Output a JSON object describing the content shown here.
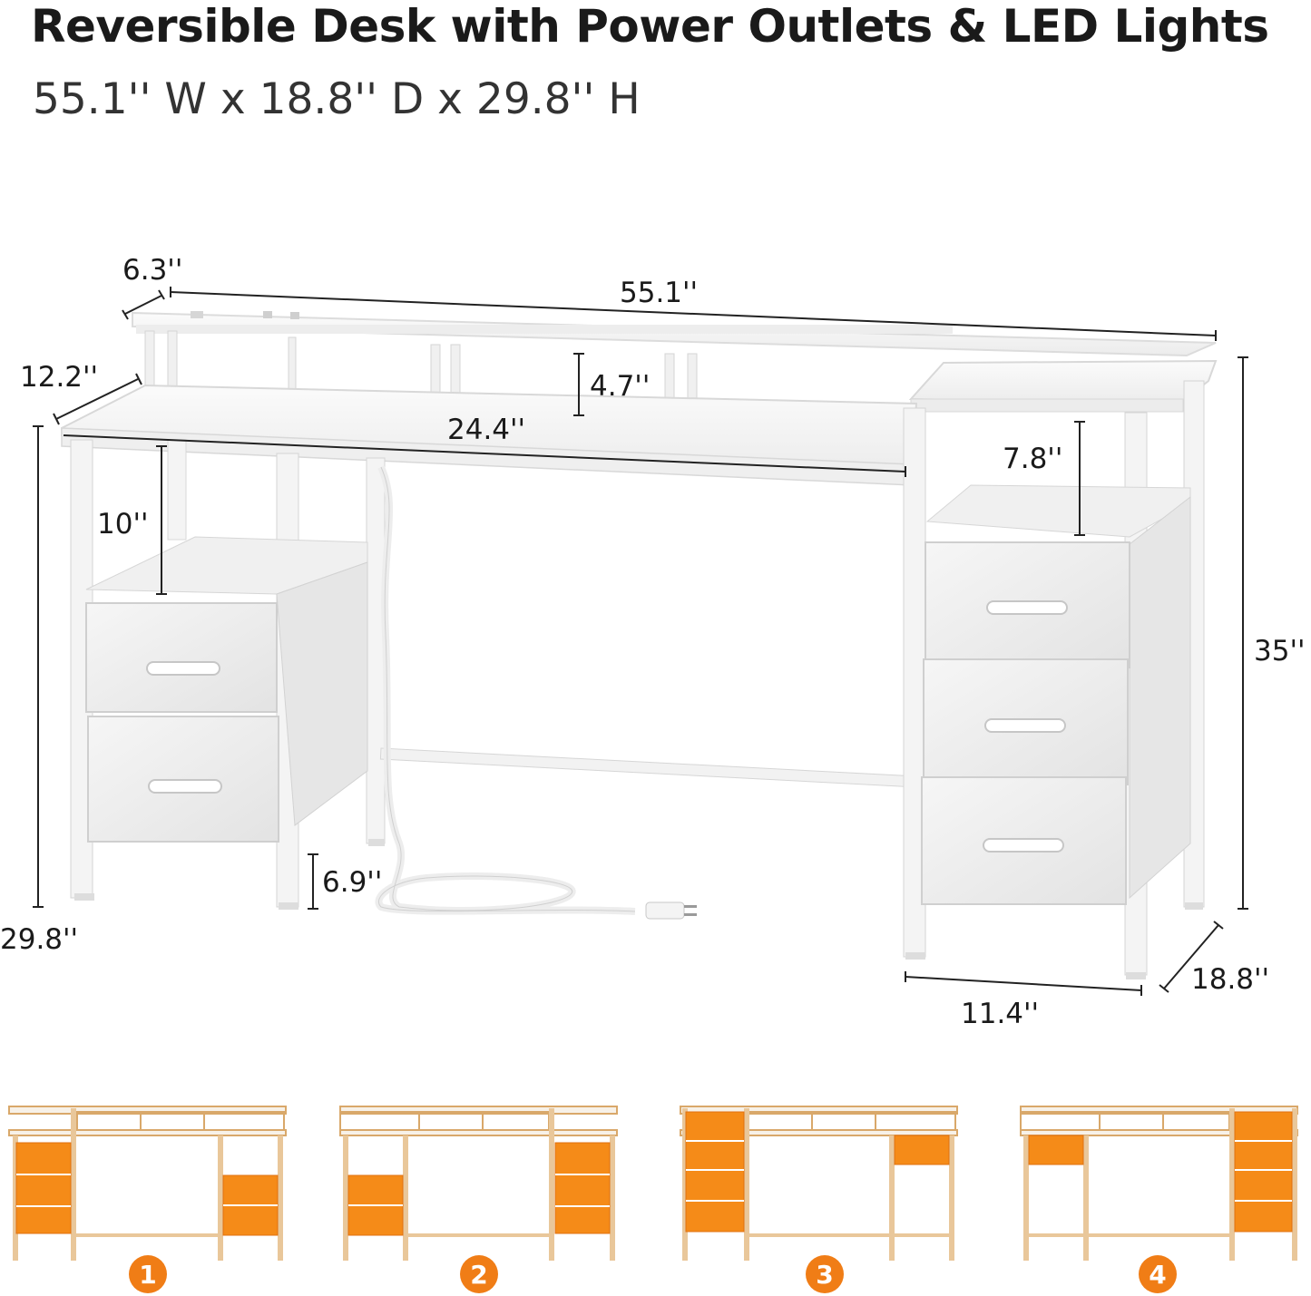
{
  "title": "Reversible Desk with Power Outlets & LED Lights",
  "subtitle": "55.1'' W x 18.8'' D x 29.8'' H",
  "dimensions": {
    "shelf_depth": "6.3''",
    "total_width": "55.1''",
    "side_depth": "12.2''",
    "monitor_gap": "4.7''",
    "desk_span": "24.4''",
    "cabinet_gap": "7.8''",
    "left_shelf_height": "10''",
    "total_height": "35''",
    "desk_height": "29.8''",
    "foot_clearance": "6.9''",
    "cabinet_width": "11.4''",
    "total_depth": "18.8''"
  },
  "configurations": [
    "1",
    "2",
    "3",
    "4"
  ],
  "colors": {
    "desk": "#f4f4f4",
    "desk_edge": "#d8d8d8",
    "frame": "#f2f2f2",
    "accent": "#f07d16",
    "config_frame": "#d9a86a"
  }
}
